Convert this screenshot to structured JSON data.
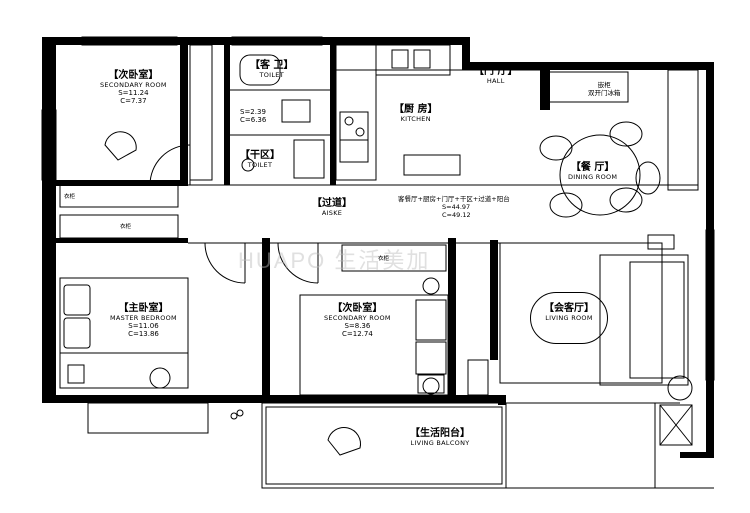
{
  "rooms": {
    "secondary_nw": {
      "zh": "【次卧室】",
      "en": "SECONDARY ROOM",
      "s": "S=11.24",
      "c": "C=7.37"
    },
    "guest_toilet": {
      "zh": "【客 卫】",
      "en": "TOILET",
      "s": "S=2.39",
      "c": "C=6.36"
    },
    "kitchen": {
      "zh": "【厨 房】",
      "en": "KITCHEN"
    },
    "hall": {
      "zh": "【门 厅】",
      "en": "HALL"
    },
    "dry_area": {
      "zh": "【干区】",
      "en": "TOILET"
    },
    "dining": {
      "zh": "【餐 厅】",
      "en": "DINING ROOM"
    },
    "aisle": {
      "zh": "【过道】",
      "en": "AISKE"
    },
    "master": {
      "zh": "【主卧室】",
      "en": "MASTER BEDROOM",
      "s": "S=11.06",
      "c": "C=13.86"
    },
    "secondary_mid": {
      "zh": "【次卧室】",
      "en": "SECONDARY ROOM",
      "s": "S=8.36",
      "c": "C=12.74"
    },
    "living": {
      "zh": "【会客厅】",
      "en": "LIVING ROOM"
    },
    "balcony": {
      "zh": "【生活阳台】",
      "en": "LIVING BALCONY"
    }
  },
  "combined_area": {
    "text": "客餐厅+厨房+门厅+干区+过道+阳台",
    "s": "S=44.97",
    "c": "C=49.12"
  },
  "fridge_label": {
    "line1": "嵌柜",
    "line2": "双开门冰箱"
  },
  "cabinet_labels": {
    "wardrobe": "衣柜",
    "closet": "衣柜",
    "storage": "衣柜"
  },
  "watermark": "HUAPO 生活美加",
  "colors": {
    "wall": "#000000",
    "fill": "#ffffff",
    "line": "#000000",
    "watermark": "#bbbbbb"
  }
}
